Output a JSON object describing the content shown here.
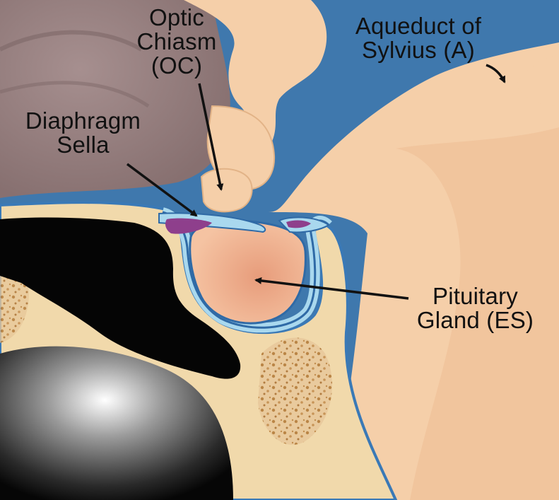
{
  "labels": {
    "optic_chiasm": {
      "line1": "Optic",
      "line2": "Chiasm",
      "line3": "(OC)"
    },
    "aqueduct": {
      "line1": "Aqueduct of",
      "line2": "Sylvius (A)"
    },
    "diaphragm": {
      "line1": "Diaphragm",
      "line2": "Sella"
    },
    "pituitary": {
      "line1": "Pituitary",
      "line2": "Gland (ES)"
    }
  },
  "colors": {
    "csf": "#3f78ad",
    "brain": "#f5cfa9",
    "brain_shade": "#eab98f",
    "bone": "#f1d9ab",
    "bone_speckle": "#b27a3c",
    "gland": "#eeac8c",
    "meninges": "#a9d8ee",
    "outline": "#2f6aa6",
    "diaphragm": "#8e3f8c",
    "sinus_air": "#060606",
    "frontal_lobe": "#9c8787",
    "arrow": "#111111"
  }
}
